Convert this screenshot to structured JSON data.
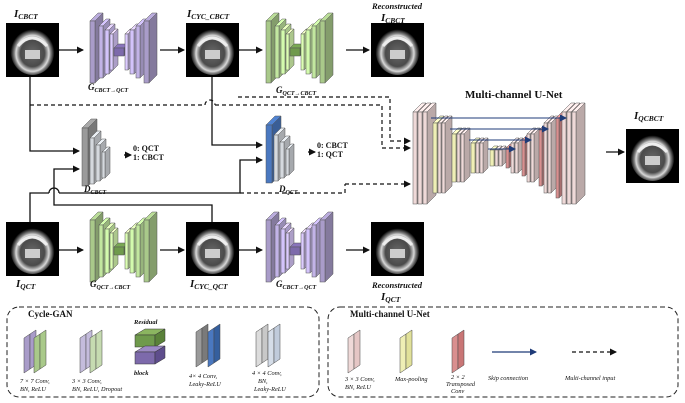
{
  "labels": {
    "i_cbct": "I",
    "i_cbct_sub": "CBCT",
    "i_cyc_cbct": "I",
    "i_cyc_cbct_sub": "CYC_CBCT",
    "reconstructed_top": "Reconstructed",
    "reconstructed_top_i": "I",
    "reconstructed_top_sub": "CBCT",
    "g_cbct_qct": "G",
    "g_cbct_qct_sub": "CBCT→QCT",
    "g_qct_cbct_top": "G",
    "g_qct_cbct_top_sub": "QCT→CBCT",
    "d_cbct": "D",
    "d_cbct_sub": "CBCT",
    "d_cbct_out0": "0: QCT",
    "d_cbct_out1": "1: CBCT",
    "d_qct": "D",
    "d_qct_sub": "QCT",
    "d_qct_out0": "0: CBCT",
    "d_qct_out1": "1: QCT",
    "unet_title": "Multi-channel U-Net",
    "i_qcbct": "I",
    "i_qcbct_sub": "QCBCT",
    "i_qct": "I",
    "i_qct_sub": "QCT",
    "g_qct_cbct_bottom": "G",
    "g_qct_cbct_bottom_sub": "QCT→CBCT",
    "i_cyc_qct": "I",
    "i_cyc_qct_sub": "CYC_QCT",
    "g_cbct_qct_bottom": "G",
    "g_cbct_qct_bottom_sub": "CBCT→QCT",
    "reconstructed_bottom": "Reconstructed",
    "reconstructed_bottom_i": "I",
    "reconstructed_bottom_sub": "QCT"
  },
  "legend_cyclegan": {
    "title": "Cycle-GAN",
    "item1_l1": "7 × 7 Conv,",
    "item1_l2": "BN, ReLU",
    "item2_l1": "3 × 3 Conv,",
    "item2_l2": "BN, ReLU, Dropout",
    "item3_l1": "Residual",
    "item3_l2": "block",
    "item4_l1": "4× 4 Conv,",
    "item4_l2": "Leaky-ReLU",
    "item5_l1": "4 × 4 Conv,",
    "item5_l2": "BN,",
    "item5_l3": "Leaky-ReLU"
  },
  "legend_unet": {
    "title": "Multi-channel U-Net",
    "item1_l1": "3 × 3 Conv,",
    "item1_l2": "BN, ReLU",
    "item2_l1": "Max-pooling",
    "item3_l1": "2 × 2",
    "item3_l2": "Transposed",
    "item3_l3": "Conv",
    "item4_l1": "Skip connection",
    "item5_l1": "Multi-channel input"
  },
  "colors": {
    "purple": "#a99cc9",
    "purple_dark": "#7d6aab",
    "green": "#a9c98a",
    "green_dark": "#6f9a4c",
    "gray": "#9a9a9a",
    "blue": "#4a78c0",
    "light_gray": "#d5d9de",
    "unet_pink": "#efd9d8",
    "unet_yellow": "#efefb5",
    "unet_red": "#d98f8f",
    "skip_blue": "#1f3b78"
  }
}
